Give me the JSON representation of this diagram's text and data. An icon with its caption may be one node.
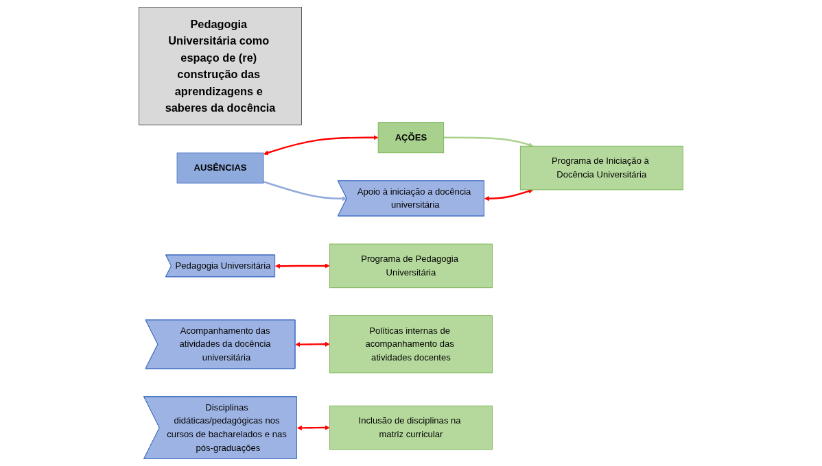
{
  "diagram": {
    "nodes": [
      {
        "text": [
          "Pedagogia Universitária como espaço de (re) construção das aprendizagens e saberes da docência"
        ]
      },
      {
        "text": [
          "AUSÊNCIAS"
        ]
      },
      {
        "text": [
          "AÇÕES"
        ]
      },
      {
        "text": [
          "Apoio à iniciação a docência universitária"
        ]
      },
      {
        "text": [
          "Pedagogia Universitária"
        ]
      },
      {
        "text": [
          "Acompanhamento das atividades da docência universitária"
        ]
      },
      {
        "text": [
          "Disciplinas didáticas/pedagógicas nos cursos de bacharelados e nas pós-graduações"
        ]
      },
      {
        "text": [
          "Programa de Iniciação à Docência Universitária"
        ]
      },
      {
        "text": [
          "Programa de Pedagogia Universitária"
        ]
      },
      {
        "text": [
          "Políticas internas de acompanhamento das atividades docentes"
        ]
      },
      {
        "text": [
          "Inclusão de disciplinas na matriz curricular"
        ]
      }
    ],
    "edges": [
      {
        "from": 1,
        "to": 2,
        "arrow": "both"
      },
      {
        "from": 1,
        "to": 3,
        "arrow": "to",
        "color": "#8faadc"
      },
      {
        "from": 2,
        "to": 7,
        "arrow": "to",
        "color": "#a9d18e"
      },
      {
        "from": 3,
        "to": 7,
        "arrow": "both"
      },
      {
        "from": 4,
        "to": 8,
        "arrow": "both"
      },
      {
        "from": 5,
        "to": 9,
        "arrow": "both"
      },
      {
        "from": 6,
        "to": 10,
        "arrow": "both"
      }
    ]
  }
}
